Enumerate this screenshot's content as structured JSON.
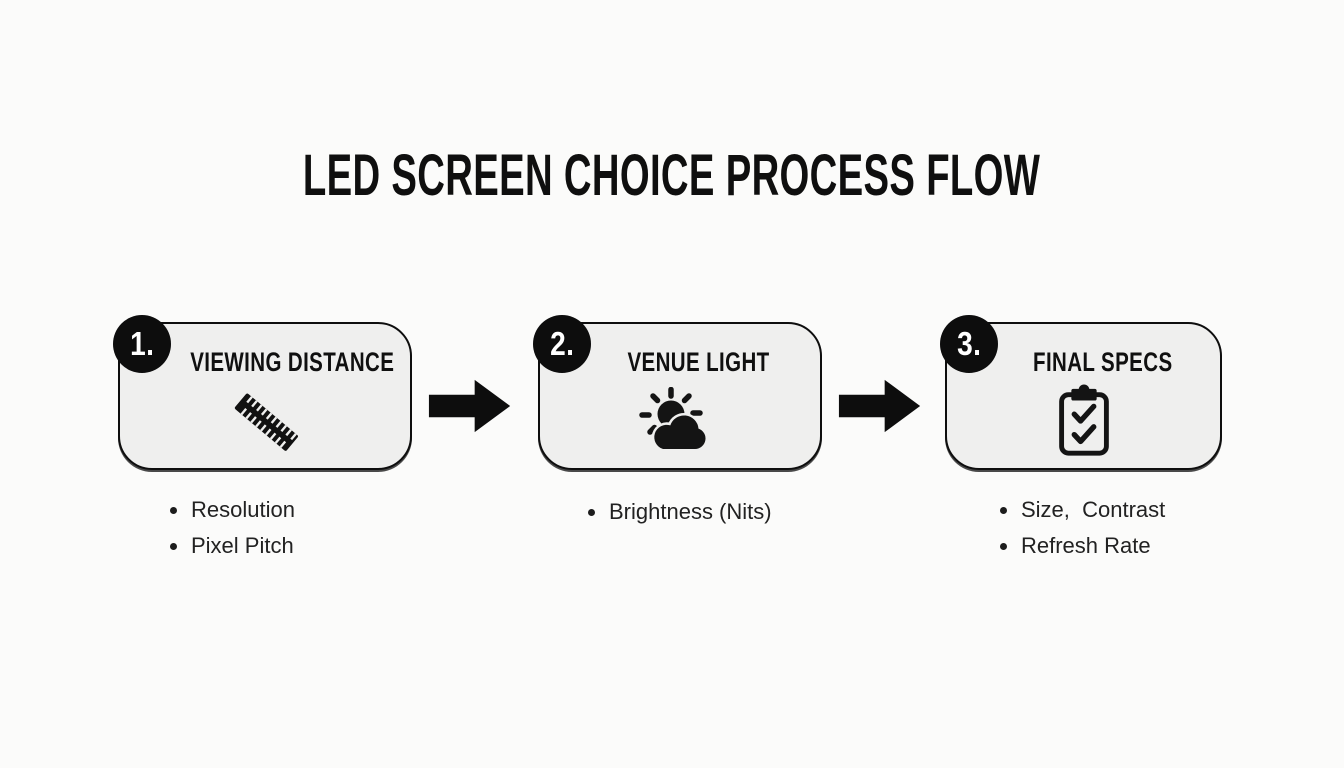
{
  "title": "LED SCREEN CHOICE PROCESS FLOW",
  "colors": {
    "background": "#fbfbfa",
    "box_fill": "#efefee",
    "box_border": "#0e0e0e",
    "badge_fill": "#0d0d0d",
    "badge_text": "#ffffff",
    "text": "#222222",
    "arrow": "#0d0d0d"
  },
  "steps": [
    {
      "number": "1.",
      "title": "VIEWING DISTANCE",
      "icon": "ruler-icon",
      "bullets": [
        "Resolution",
        "Pixel Pitch"
      ]
    },
    {
      "number": "2.",
      "title": "VENUE LIGHT",
      "icon": "sun-behind-cloud-icon",
      "bullets": [
        "Brightness (Nits)"
      ]
    },
    {
      "number": "3.",
      "title": "FINAL SPECS",
      "icon": "clipboard-checklist-icon",
      "bullets": [
        "Size,  Contrast",
        "Refresh Rate"
      ]
    }
  ],
  "connectors": [
    {
      "type": "arrow-right"
    },
    {
      "type": "arrow-right"
    }
  ]
}
